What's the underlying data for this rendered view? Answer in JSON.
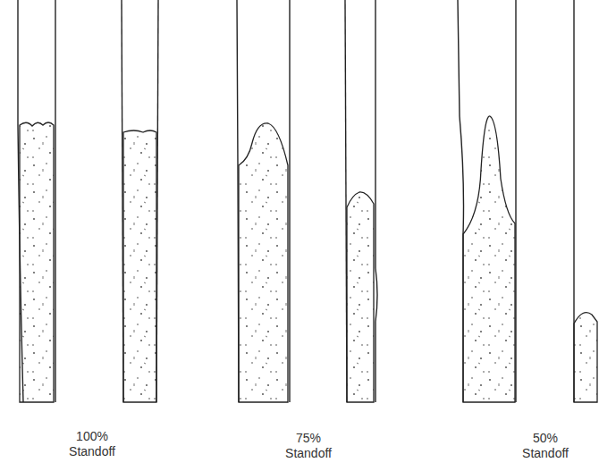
{
  "diagram": {
    "labels": [
      "100% Standoff",
      "75% Standoff",
      "50% Standoff"
    ]
  }
}
